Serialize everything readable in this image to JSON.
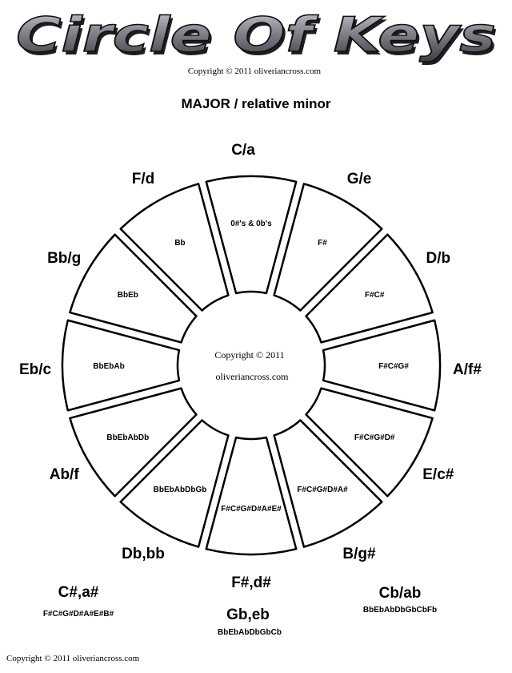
{
  "header": {
    "title": "Circle Of Keys",
    "copyright": "Copyright © 2011 oliveriancross.com",
    "subtitle": "MAJOR / relative minor"
  },
  "center": {
    "line1": "Copyright © 2011",
    "line2": "oliveriancross.com"
  },
  "keys": [
    {
      "label": "C/a",
      "accidentals": "0#'s & 0b's"
    },
    {
      "label": "G/e",
      "accidentals": "F#"
    },
    {
      "label": "D/b",
      "accidentals": "F#C#"
    },
    {
      "label": "A/f#",
      "accidentals": "F#C#G#"
    },
    {
      "label": "E/c#",
      "accidentals": "F#C#G#D#"
    },
    {
      "label": "B/g#",
      "accidentals": "F#C#G#D#A#"
    },
    {
      "label": "F#,d#",
      "accidentals": "F#C#G#D#A#E#"
    },
    {
      "label": "Db,bb",
      "accidentals": "BbEbAbDbGb"
    },
    {
      "label": "Ab/f",
      "accidentals": "BbEbAbDb"
    },
    {
      "label": "Eb/c",
      "accidentals": "BbEbAb"
    },
    {
      "label": "Bb/g",
      "accidentals": "BbEb"
    },
    {
      "label": "F/d",
      "accidentals": "Bb"
    }
  ],
  "enharmonic": [
    {
      "label": "C#,a#",
      "accidentals": "F#C#G#D#A#E#B#"
    },
    {
      "label": "Gb,eb",
      "accidentals": "BbEbAbDbGbCb"
    },
    {
      "label": "Cb/ab",
      "accidentals": "BbEbAbDbGbCbFb"
    }
  ],
  "footer": {
    "copyright": "Copyright © 2011 oliveriancross.com"
  },
  "colors": {
    "ink": "#000000",
    "title_fill": "#8a8a8f",
    "title_shadow": "#2a2a2e"
  }
}
